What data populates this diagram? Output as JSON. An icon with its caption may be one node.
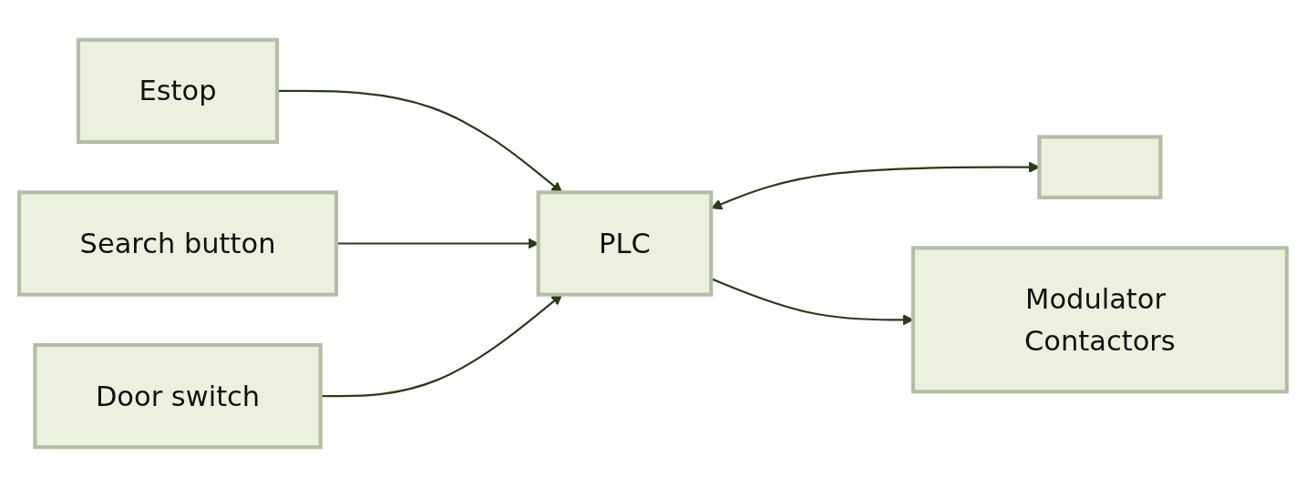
{
  "diagram": {
    "nodes": [
      {
        "text": [
          "Estop"
        ]
      },
      {
        "text": [
          "Search button"
        ]
      },
      {
        "text": [
          "Door switch"
        ]
      },
      {
        "text": [
          "PLC"
        ]
      },
      {
        "text": [],
        "shape": "box"
      },
      {
        "text": [
          "Modulator Contactors"
        ]
      }
    ],
    "edges": [
      {
        "from": 0,
        "to": 3,
        "arrow": "to"
      },
      {
        "from": 1,
        "to": 3,
        "arrow": "to"
      },
      {
        "from": 2,
        "to": 3,
        "arrow": "to"
      },
      {
        "from": 3,
        "to": 4,
        "arrow": "both"
      },
      {
        "from": 3,
        "to": 5,
        "arrow": "to"
      }
    ]
  }
}
